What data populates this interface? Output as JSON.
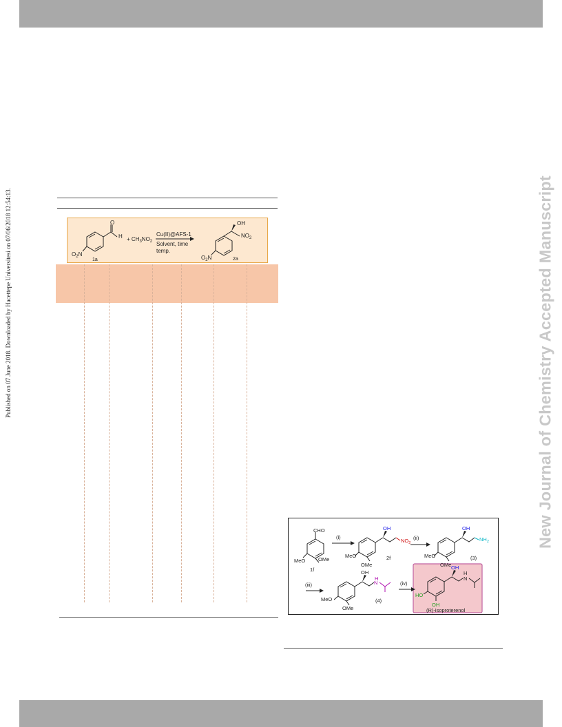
{
  "side_notes": {
    "published": "Published on 07 June 2018. Downloaded by Hacettepe Universitesi on 07/06/2018 12:54:13.",
    "journal": "New Journal of Chemistry Accepted Manuscript"
  },
  "scheme1": {
    "oh": "OH",
    "h": "H",
    "plus_reagent": "+ CH",
    "reagent_sub3": "3",
    "reagent_no": "NO",
    "reagent_sub2": "2",
    "catalyst": "Cu(II)@AFS-1",
    "conditions1": "Solvent, time",
    "conditions2": "temp.",
    "o2n_left": "O",
    "o2n_sub": "2",
    "o2n_n": "N",
    "label_1a": "1a",
    "label_2a": "2a",
    "no2_prod": "NO",
    "no2_prod_sub": "2"
  },
  "scheme2": {
    "cho": "CHO",
    "meo": "MeO",
    "ome": "OMe",
    "label_1f": "1f",
    "step_i": "(i)",
    "oh": "OH",
    "no2": "NO",
    "no2_sub": "2",
    "label_2f": "2f",
    "step_ii": "(ii)",
    "nh2": "NH",
    "nh2_sub": "2",
    "label_3": "(3)",
    "step_iii": "(iii)",
    "nh": "N",
    "h": "H",
    "label_4": "(4)",
    "step_iv": "(iv)",
    "ho": "HO",
    "product": "(R)-isoproterenol",
    "colors": {
      "blue": "#1a1ae6",
      "red": "#d01010",
      "teal": "#10b8c8",
      "magenta": "#b010b0",
      "green": "#20a020",
      "pink": "#f4c8cc"
    }
  }
}
